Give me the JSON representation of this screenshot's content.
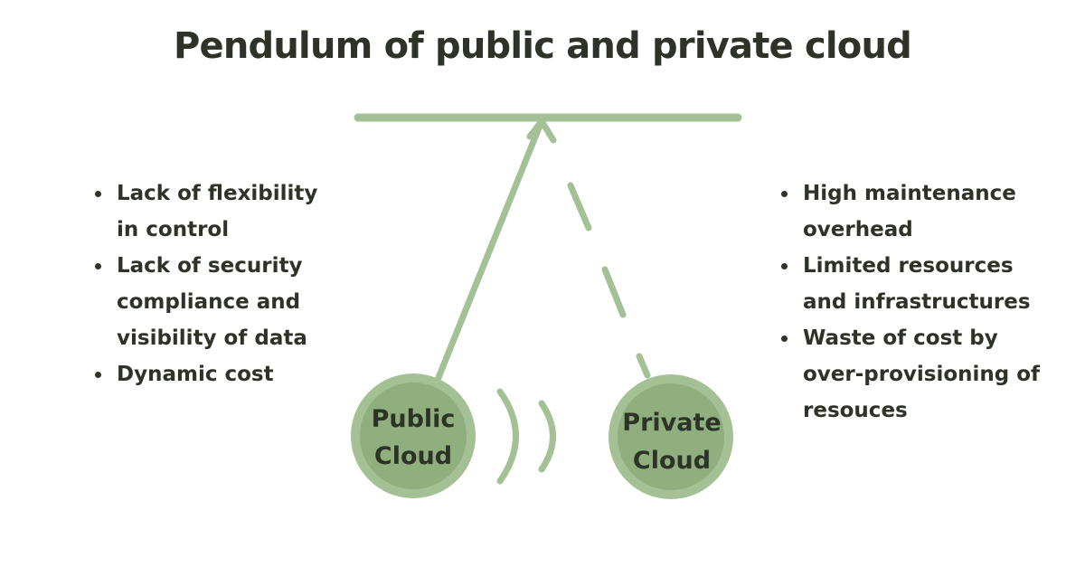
{
  "title": "Pendulum of public and private cloud",
  "colors": {
    "line": "#a3c194",
    "bob_outer": "#a3c194",
    "bob_inner": "#8faf7f",
    "text": "#2d3427"
  },
  "public_cloud": {
    "label_line1": "Public",
    "label_line2": "Cloud",
    "issues": [
      "Lack of flexibility in control",
      "Lack of security compliance and visibility of data",
      "Dynamic cost"
    ]
  },
  "private_cloud": {
    "label_line1": "Private",
    "label_line2": "Cloud",
    "issues": [
      "High maintenance overhead",
      "Limited resources and infrastructures",
      "Waste of cost by over-provisioning of resouces"
    ]
  }
}
